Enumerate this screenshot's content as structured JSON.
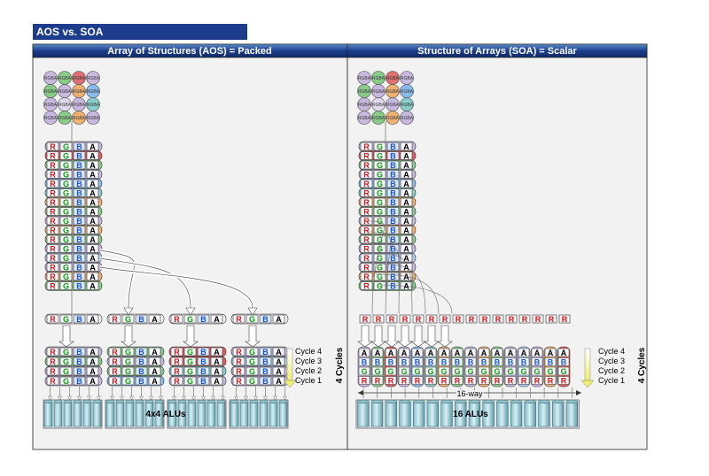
{
  "title": "AOS vs. SOA",
  "aos": {
    "header": "Array of Structures (AOS) = Packed",
    "alu_label": "4x4 ALUs"
  },
  "soa": {
    "header": "Structure of Arrays (SOA) = Scalar",
    "alu_label": "16 ALUs",
    "way_label": "16-way"
  },
  "cycles": [
    "Cycle 4",
    "Cycle 3",
    "Cycle 2",
    "Cycle 1"
  ],
  "cycles_label": "4 Cycles",
  "circle_label": "RGBA",
  "letters": [
    "R",
    "G",
    "B",
    "A"
  ],
  "colors": {
    "header_blue": "#1c3d8c",
    "rows": [
      "#c8b8e0",
      "#e06060",
      "#88cc88",
      "#c8b8e0",
      "#88bbee",
      "#88cccc",
      "#f0b070",
      "#88cc88",
      "#c8b8e0",
      "#f0b070",
      "#88cc88",
      "#c8b8e0",
      "#aaccee",
      "#c8b8e0",
      "#f0b070",
      "#88cc88"
    ],
    "letter_r": "#dd1111",
    "letter_g": "#119911",
    "letter_b": "#1155dd",
    "letter_a": "#000000"
  }
}
